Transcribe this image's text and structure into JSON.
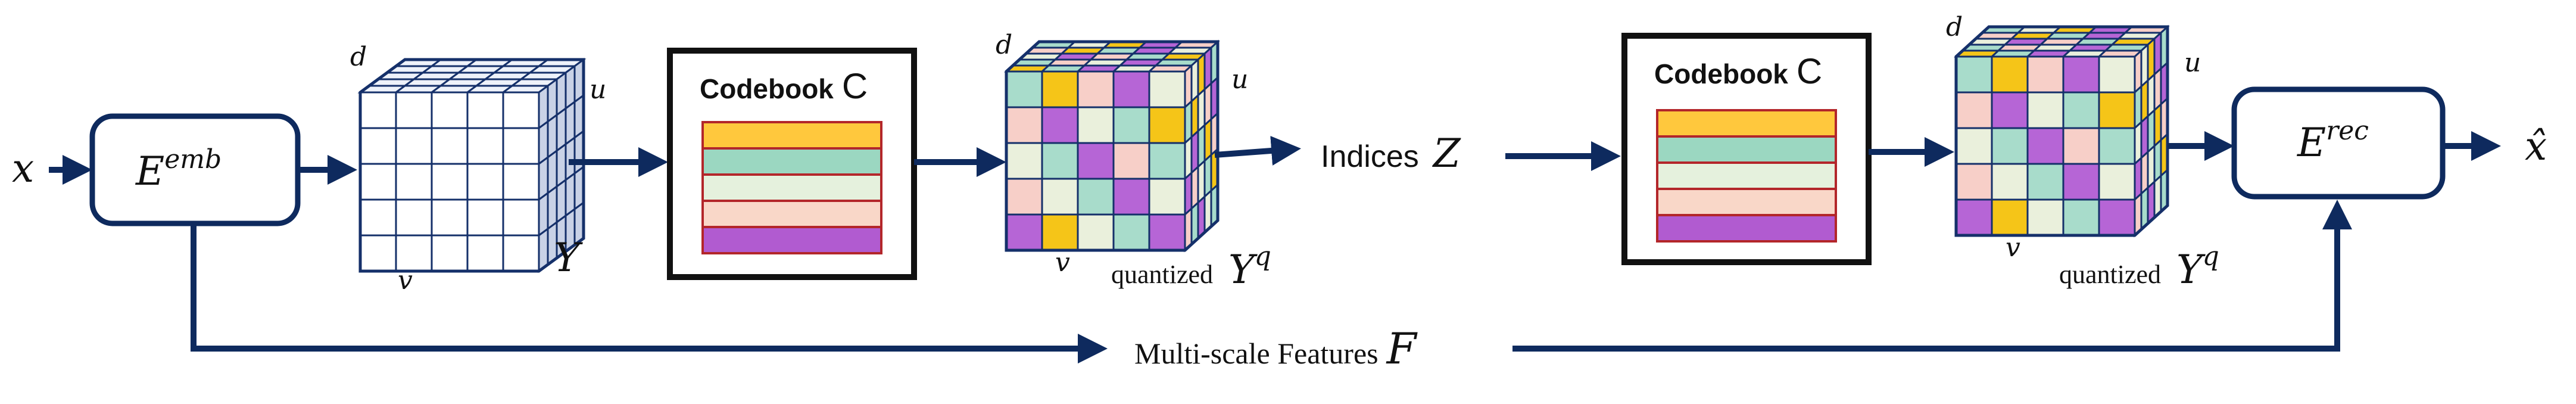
{
  "labels": {
    "input_x": "x",
    "encoder_emb_base": "E",
    "encoder_emb_sup": "emb",
    "encoder_rec_base": "E",
    "encoder_rec_sup": "rec",
    "dim_d": "d",
    "dim_u": "u",
    "dim_v": "v",
    "latent_Y": "Y",
    "codebook_title": "Codebook",
    "codebook_symbol": "C",
    "quantized_text": "quantized",
    "quantized_Y": "Y",
    "quantized_sup": "q",
    "indices_text": "Indices",
    "indices_Z": "Z",
    "features_text": "Multi-scale Features",
    "features_F": "F",
    "output_xhat": "x̂"
  },
  "codebook_entries": [
    "#FFC83D",
    "#9BD7C1",
    "#E5F1DD",
    "#F9D7C8",
    "#B15BD0"
  ],
  "quantized_palette": {
    "Y": "#F5C518",
    "G": "#A8DCCB",
    "L": "#EAF0DC",
    "P": "#F7CFC8",
    "V": "#B665D6"
  },
  "quantized_front_grid": [
    [
      "G",
      "Y",
      "P",
      "V",
      "L"
    ],
    [
      "P",
      "V",
      "L",
      "G",
      "Y"
    ],
    [
      "L",
      "G",
      "V",
      "P",
      "G"
    ],
    [
      "P",
      "L",
      "G",
      "V",
      "L"
    ],
    [
      "V",
      "Y",
      "L",
      "G",
      "V"
    ]
  ],
  "quantized_top_grid": [
    [
      "G",
      "L",
      "Y",
      "V",
      "P"
    ],
    [
      "P",
      "Y",
      "G",
      "V",
      "L"
    ],
    [
      "L",
      "V",
      "P",
      "G",
      "Y"
    ],
    [
      "G",
      "P",
      "L",
      "V",
      "G"
    ],
    [
      "Y",
      "G",
      "V",
      "L",
      "P"
    ]
  ],
  "quantized_side_grid": [
    [
      "P",
      "L",
      "Y",
      "V",
      "G"
    ],
    [
      "G",
      "Y",
      "L",
      "P",
      "V"
    ],
    [
      "L",
      "V",
      "G",
      "Y",
      "P"
    ],
    [
      "V",
      "P",
      "L",
      "G",
      "Y"
    ],
    [
      "P",
      "G",
      "V",
      "L",
      "G"
    ]
  ],
  "colors": {
    "arrow": "#0E2A5E",
    "grid_line": "#15306A",
    "cube_side": "#C9D2E6",
    "cube_top": "#EEF2FA",
    "codebook_border": "#B3262A",
    "box_border": "#0E2A5E"
  }
}
